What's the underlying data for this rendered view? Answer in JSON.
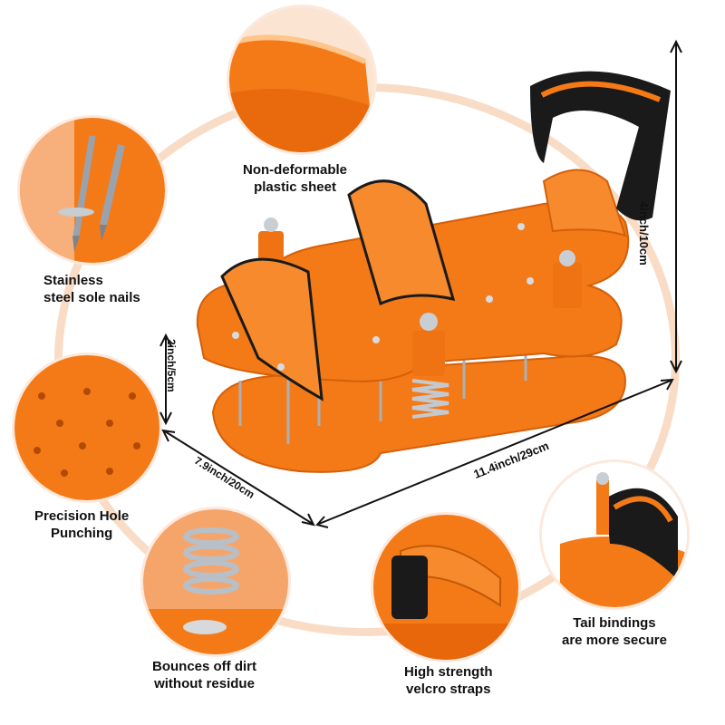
{
  "colors": {
    "accent": "#f47a17",
    "accent_dark": "#d45f0a",
    "strap_black": "#1a1a1a",
    "ring": "#f9dcc6"
  },
  "features": [
    {
      "label_lines": [
        "Non-deformable",
        "plastic sheet"
      ]
    },
    {
      "label_lines": [
        "Stainless",
        "steel sole nails"
      ]
    },
    {
      "label_lines": [
        "Precision Hole",
        "Punching"
      ]
    },
    {
      "label_lines": [
        "Bounces off dirt",
        "without residue"
      ]
    },
    {
      "label_lines": [
        "High strength",
        "velcro straps"
      ]
    },
    {
      "label_lines": [
        "Tail bindings",
        "are more secure"
      ]
    }
  ],
  "dimensions": {
    "height": "4inch/10cm",
    "length": "11.4inch/29cm",
    "width": "7.9inch/20cm",
    "clearance": "2inch/5cm"
  }
}
